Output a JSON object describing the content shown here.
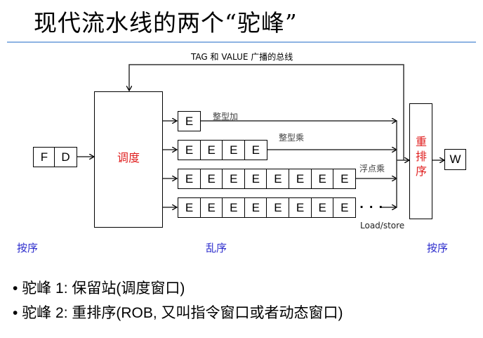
{
  "title": "现代流水线的两个“驼峰”",
  "diagram": {
    "bus_label": "TAG 和 VALUE 广播的总线",
    "fetch": "F",
    "decode": "D",
    "scheduler": "调度",
    "reorder": [
      "重",
      "排",
      "序"
    ],
    "writeback": "W",
    "unit_label": "E",
    "pipelines": [
      {
        "label": "整型加",
        "stages": 1
      },
      {
        "label": "整型乘",
        "stages": 4
      },
      {
        "label": "浮点乘",
        "stages": 8
      },
      {
        "label": "Load/store",
        "stages": 8,
        "ellipsis": ". . ."
      }
    ],
    "order_labels": {
      "left": "按序",
      "middle": "乱序",
      "right": "按序"
    }
  },
  "bullets": [
    "驼峰 1: 保留站(调度窗口)",
    "驼峰 2: 重排序(ROB, 又叫指令窗口或者动态窗口)"
  ],
  "colors": {
    "accent_red": "#e02020",
    "order_blue": "#2a2acc",
    "rule": "#8db3e2"
  }
}
